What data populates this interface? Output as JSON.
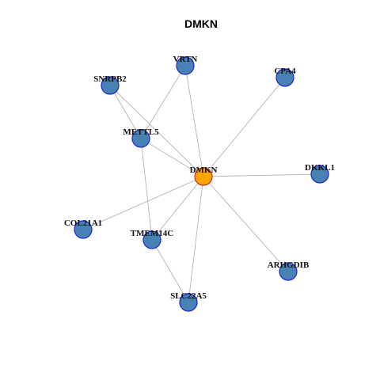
{
  "title": "DMKN",
  "colors": {
    "hub_fill": "#FFA500",
    "hub_stroke": "#CD2626",
    "node_fill": "#4682B4",
    "node_stroke": "#2222CC",
    "edge": "#B3B3B3"
  },
  "nodes": [
    {
      "id": "DMKN",
      "label": "DMKN",
      "hub": true
    },
    {
      "id": "VRTN",
      "label": "VRTN"
    },
    {
      "id": "SNRPB2",
      "label": "SNRPB2"
    },
    {
      "id": "CPA4",
      "label": "CPA4"
    },
    {
      "id": "METTL5",
      "label": "METTL5"
    },
    {
      "id": "DKKL1",
      "label": "DKKL1"
    },
    {
      "id": "COL21A1",
      "label": "COL21A1"
    },
    {
      "id": "TMEM14C",
      "label": "TMEM14C"
    },
    {
      "id": "ARHGDIB",
      "label": "ARHGDIB"
    },
    {
      "id": "SLC22A5",
      "label": "SLC22A5"
    }
  ],
  "edges": [
    [
      "DMKN",
      "VRTN"
    ],
    [
      "DMKN",
      "SNRPB2"
    ],
    [
      "DMKN",
      "CPA4"
    ],
    [
      "DMKN",
      "METTL5"
    ],
    [
      "DMKN",
      "DKKL1"
    ],
    [
      "DMKN",
      "COL21A1"
    ],
    [
      "DMKN",
      "TMEM14C"
    ],
    [
      "DMKN",
      "ARHGDIB"
    ],
    [
      "DMKN",
      "SLC22A5"
    ],
    [
      "VRTN",
      "METTL5"
    ],
    [
      "SNRPB2",
      "METTL5"
    ],
    [
      "METTL5",
      "TMEM14C"
    ],
    [
      "TMEM14C",
      "SLC22A5"
    ]
  ]
}
